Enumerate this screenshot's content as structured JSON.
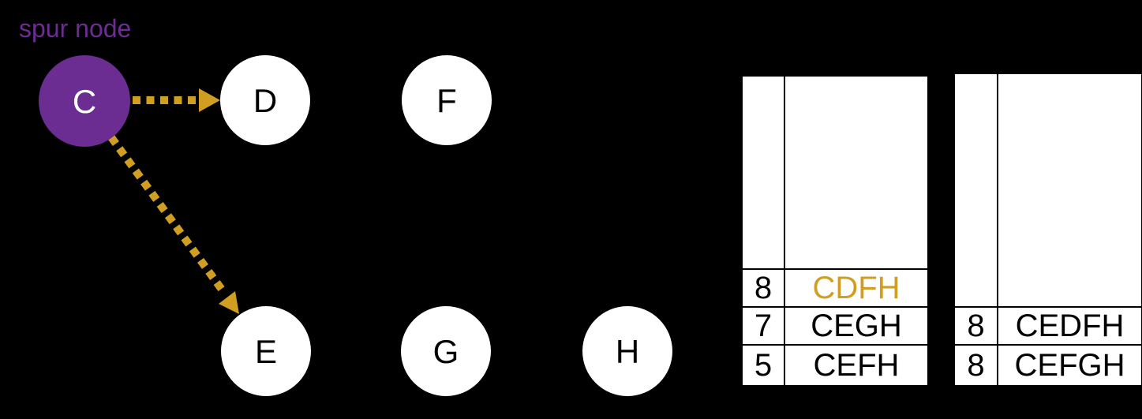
{
  "colors": {
    "background": "#000000",
    "purple": "#6B2D91",
    "gold": "#D09F21",
    "node_fill": "#FFFFFF",
    "node_text": "#000000",
    "table_bg": "#FFFFFF",
    "table_border": "#000000",
    "table_text": "#000000"
  },
  "annotation": {
    "text": "spur node"
  },
  "graph": {
    "nodes": [
      {
        "id": "C",
        "label": "C",
        "variant": "spur"
      },
      {
        "id": "D",
        "label": "D",
        "variant": "normal"
      },
      {
        "id": "F",
        "label": "F",
        "variant": "normal"
      },
      {
        "id": "E",
        "label": "E",
        "variant": "normal"
      },
      {
        "id": "G",
        "label": "G",
        "variant": "normal"
      },
      {
        "id": "H",
        "label": "H",
        "variant": "normal"
      }
    ],
    "arrows": [
      {
        "from": "C",
        "to": "D",
        "style": "dashed"
      },
      {
        "from": "C",
        "to": "E",
        "style": "dashed"
      }
    ]
  },
  "tables": [
    {
      "rows": [
        {
          "cost": "8",
          "path": "CDFH",
          "highlight": true
        },
        {
          "cost": "7",
          "path": "CEGH",
          "highlight": false
        },
        {
          "cost": "5",
          "path": "CEFH",
          "highlight": false
        }
      ]
    },
    {
      "rows": [
        {
          "cost": "8",
          "path": "CEDFH",
          "highlight": false
        },
        {
          "cost": "8",
          "path": "CEFGH",
          "highlight": false
        }
      ]
    }
  ]
}
